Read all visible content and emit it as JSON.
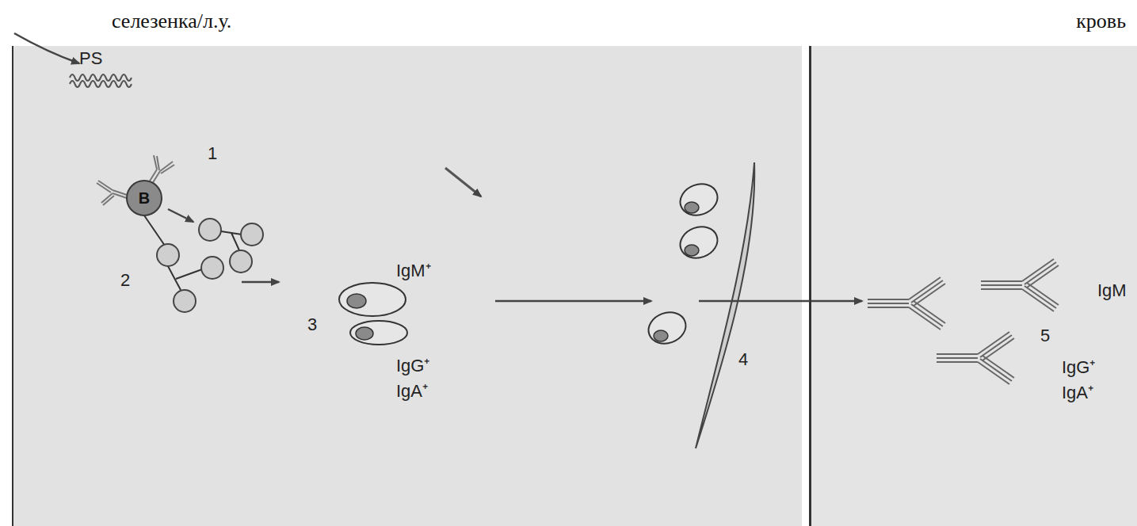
{
  "diagram": {
    "nodes": [
      {
        "text": [
          "селезенка/л.у."
        ]
      },
      {
        "text": [
          "кровь"
        ]
      },
      {
        "text": [
          "B"
        ],
        "in": 0
      }
    ],
    "labels": [
      "PS",
      "1",
      "2",
      "3",
      "IgM⁺",
      "IgG⁺",
      "IgA⁺",
      "4",
      "IgM",
      "5",
      "IgG⁺",
      "IgA⁺"
    ]
  }
}
